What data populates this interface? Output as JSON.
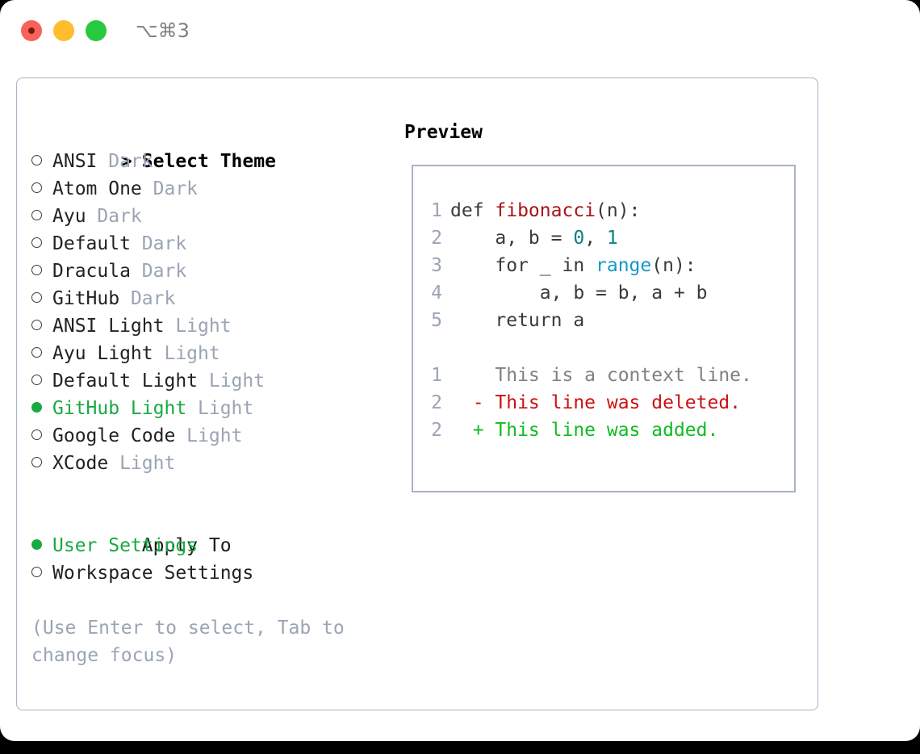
{
  "titlebar": {
    "shortcut": "⌥⌘3",
    "traffic_lights": [
      {
        "name": "close",
        "color": "#f9625a"
      },
      {
        "name": "minimize",
        "color": "#ffbd2e"
      },
      {
        "name": "maximize",
        "color": "#28c840"
      }
    ]
  },
  "theme_picker": {
    "caret": ">",
    "header": "Select Theme",
    "items": [
      {
        "marker": "○",
        "label": "ANSI",
        "tag": "Dark",
        "selected": false
      },
      {
        "marker": "○",
        "label": "Atom One",
        "tag": "Dark",
        "selected": false
      },
      {
        "marker": "○",
        "label": "Ayu",
        "tag": "Dark",
        "selected": false
      },
      {
        "marker": "○",
        "label": "Default",
        "tag": "Dark",
        "selected": false
      },
      {
        "marker": "○",
        "label": "Dracula",
        "tag": "Dark",
        "selected": false
      },
      {
        "marker": "○",
        "label": "GitHub",
        "tag": "Dark",
        "selected": false
      },
      {
        "marker": "○",
        "label": "ANSI Light",
        "tag": "Light",
        "selected": false
      },
      {
        "marker": "○",
        "label": "Ayu Light",
        "tag": "Light",
        "selected": false
      },
      {
        "marker": "○",
        "label": "Default Light",
        "tag": "Light",
        "selected": false
      },
      {
        "marker": "●",
        "label": "GitHub Light",
        "tag": "Light",
        "selected": true
      },
      {
        "marker": "○",
        "label": "Google Code",
        "tag": "Light",
        "selected": false
      },
      {
        "marker": "○",
        "label": "XCode",
        "tag": "Light",
        "selected": false
      }
    ]
  },
  "apply_to": {
    "header": "Apply To",
    "items": [
      {
        "marker": "●",
        "label": "User Settings",
        "selected": true
      },
      {
        "marker": "○",
        "label": "Workspace Settings",
        "selected": false
      }
    ]
  },
  "hint": "(Use Enter to select, Tab to change focus)",
  "preview": {
    "title": "Preview",
    "code_lines": [
      {
        "lineno": "1",
        "parts": [
          {
            "text": "def ",
            "style": "plain"
          },
          {
            "text": "fibonacci",
            "style": "fn"
          },
          {
            "text": "(n):",
            "style": "plain"
          }
        ]
      },
      {
        "lineno": "2",
        "parts": [
          {
            "text": "    a, b = ",
            "style": "plain"
          },
          {
            "text": "0",
            "style": "num"
          },
          {
            "text": ", ",
            "style": "plain"
          },
          {
            "text": "1",
            "style": "num"
          }
        ]
      },
      {
        "lineno": "3",
        "parts": [
          {
            "text": "    for _ in ",
            "style": "plain"
          },
          {
            "text": "range",
            "style": "call"
          },
          {
            "text": "(n):",
            "style": "plain"
          }
        ]
      },
      {
        "lineno": "4",
        "parts": [
          {
            "text": "        a, b = b, a + b",
            "style": "plain"
          }
        ]
      },
      {
        "lineno": "5",
        "parts": [
          {
            "text": "    return a",
            "style": "plain"
          }
        ]
      }
    ],
    "diff_lines": [
      {
        "lineno": "1",
        "sign": " ",
        "text": "This is a context line.",
        "kind": "context"
      },
      {
        "lineno": "2",
        "sign": "-",
        "text": "This line was deleted.",
        "kind": "deleted"
      },
      {
        "lineno": "2",
        "sign": "+",
        "text": "This line was added.",
        "kind": "added"
      }
    ]
  },
  "colors": {
    "selected_green": "#18aa43",
    "muted_gray": "#9aa4b4",
    "border": "#a9b3c4",
    "diff_add": "#11bb22",
    "diff_del": "#cc1111",
    "syntax_fn": "#a81414",
    "syntax_num": "#0b8080",
    "syntax_call": "#1499c8"
  }
}
